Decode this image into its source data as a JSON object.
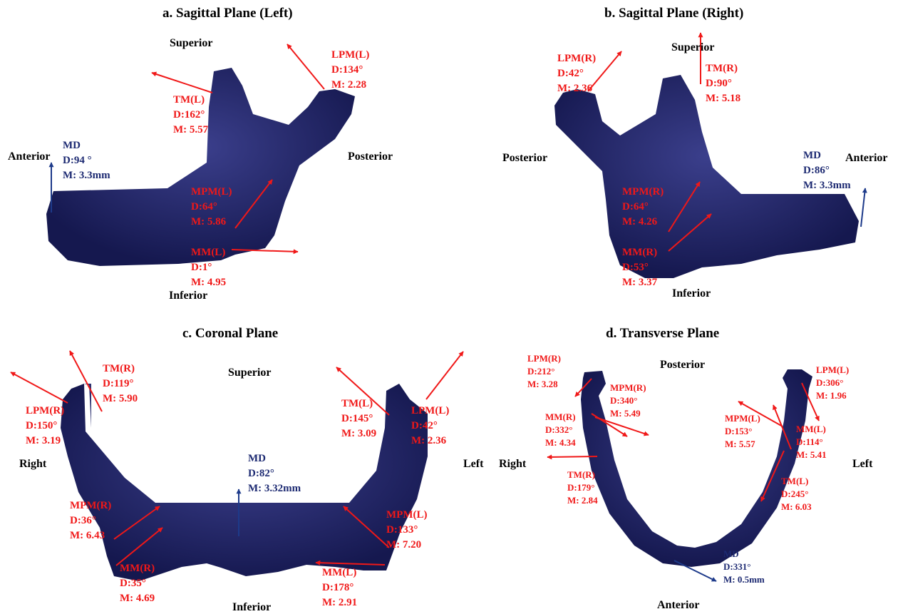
{
  "colors": {
    "bone": "#1a1d5c",
    "force_arrow": "#f01818",
    "md_arrow": "#1d3a8a"
  },
  "panels": {
    "a": {
      "title": "a. Sagittal  Plane (Left)",
      "directions": {
        "superior": "Superior",
        "anterior": "Anterior",
        "posterior": "Posterior",
        "inferior": "Inferior"
      },
      "labels": {
        "lpm": {
          "name": "LPM(L)",
          "d": "D:134°",
          "m": "M: 2.28"
        },
        "tm": {
          "name": "TM(L)",
          "d": "D:162°",
          "m": "M: 5.57"
        },
        "md": {
          "name": "MD",
          "d": "D:94 °",
          "m": "M: 3.3mm"
        },
        "mpm": {
          "name": "MPM(L)",
          "d": "D:64°",
          "m": "M: 5.86"
        },
        "mm": {
          "name": "MM(L)",
          "d": "D:1°",
          "m": "M: 4.95"
        }
      }
    },
    "b": {
      "title": "b. Sagittal  Plane (Right)",
      "directions": {
        "superior": "Superior",
        "anterior": "Anterior",
        "posterior": "Posterior",
        "inferior": "Inferior"
      },
      "labels": {
        "lpm": {
          "name": "LPM(R)",
          "d": "D:42°",
          "m": "M: 2.36"
        },
        "tm": {
          "name": "TM(R)",
          "d": "D:90°",
          "m": "M: 5.18"
        },
        "md": {
          "name": "MD",
          "d": "D:86°",
          "m": "M: 3.3mm"
        },
        "mpm": {
          "name": "MPM(R)",
          "d": "D:64°",
          "m": "M: 4.26"
        },
        "mm": {
          "name": "MM(R)",
          "d": "D:53°",
          "m": "M: 3.37"
        }
      }
    },
    "c": {
      "title": "c. Coronal  Plane",
      "directions": {
        "superior": "Superior",
        "right": "Right",
        "left": "Left",
        "inferior": "Inferior"
      },
      "labels": {
        "tm_r": {
          "name": "TM(R)",
          "d": "D:119°",
          "m": "M: 5.90"
        },
        "lpm_r": {
          "name": "LPM(R)",
          "d": "D:150°",
          "m": "M: 3.19"
        },
        "tm_l": {
          "name": "TM(L)",
          "d": "D:145°",
          "m": "M: 3.09"
        },
        "lpm_l": {
          "name": "LPM(L)",
          "d": "D:42°",
          "m": "M: 2.36"
        },
        "md": {
          "name": "MD",
          "d": "D:82°",
          "m": "M: 3.32mm"
        },
        "mpm_r": {
          "name": "MPM(R)",
          "d": "D:36°",
          "m": "M: 6.43"
        },
        "mm_r": {
          "name": "MM(R)",
          "d": "D:35°",
          "m": "M: 4.69"
        },
        "mpm_l": {
          "name": "MPM(L)",
          "d": "D:133°",
          "m": "M: 7.20"
        },
        "mm_l": {
          "name": "MM(L)",
          "d": "D:178°",
          "m": "M: 2.91"
        }
      }
    },
    "d": {
      "title": "d. Transverse  Plane",
      "directions": {
        "posterior": "Posterior",
        "right": "Right",
        "left": "Left",
        "anterior": "Anterior"
      },
      "labels": {
        "lpm_r": {
          "name": "LPM(R)",
          "d": "D:212°",
          "m": "M: 3.28"
        },
        "mpm_r": {
          "name": "MPM(R)",
          "d": "D:340°",
          "m": "M: 5.49"
        },
        "mm_r": {
          "name": "MM(R)",
          "d": "D:332°",
          "m": "M: 4.34"
        },
        "tm_r": {
          "name": "TM(R)",
          "d": "D:179°",
          "m": "M: 2.84"
        },
        "lpm_l": {
          "name": "LPM(L)",
          "d": "D:306°",
          "m": "M: 1.96"
        },
        "mpm_l": {
          "name": "MPM(L)",
          "d": "D:153°",
          "m": "M: 5.57"
        },
        "mm_l": {
          "name": "MM(L)",
          "d": "D:114°",
          "m": "M: 5.41"
        },
        "tm_l": {
          "name": "TM(L)",
          "d": "D:245°",
          "m": "M: 6.03"
        },
        "md": {
          "name": "MD",
          "d": "D:331°",
          "m": "M: 0.5mm"
        }
      }
    }
  }
}
